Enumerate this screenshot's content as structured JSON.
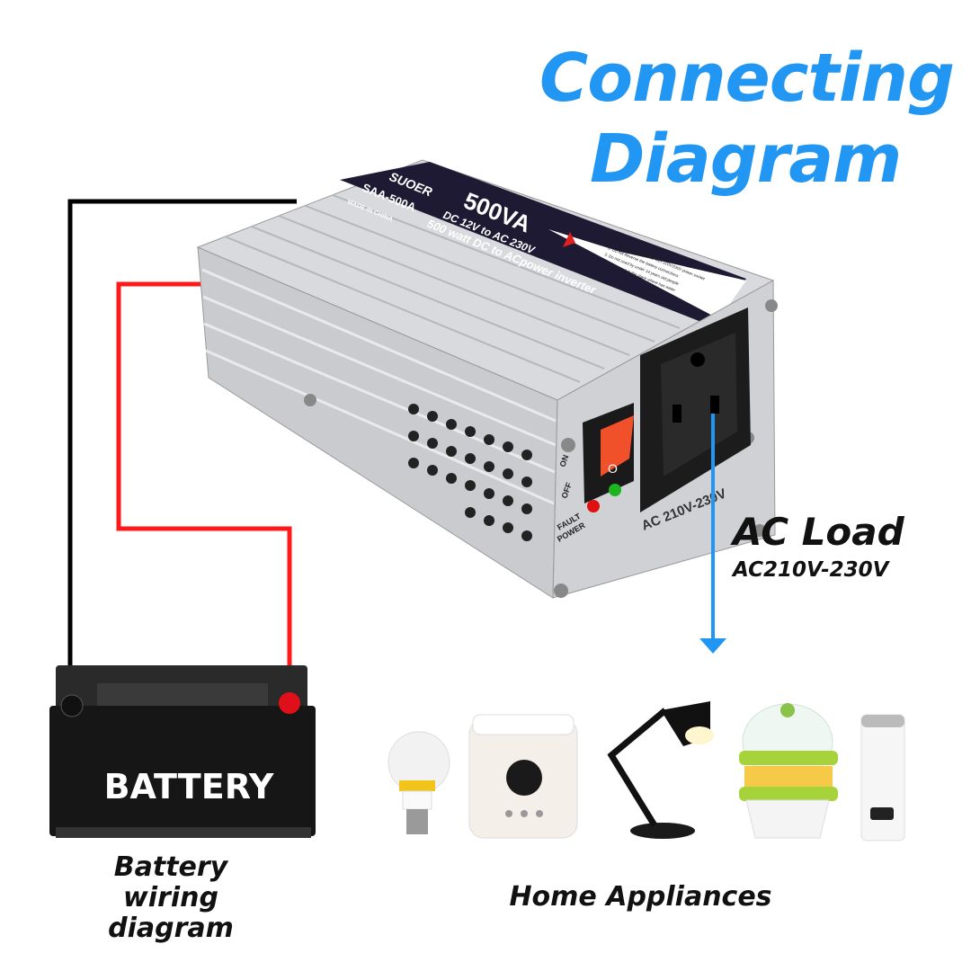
{
  "title": {
    "line1": "Connecting",
    "line2": "Diagram"
  },
  "inverter": {
    "brand": "SUOER",
    "model": "SAA-500A",
    "origin": "MADE IN CHINA",
    "power": "500VA",
    "spec": "DC 12V to AC 230V",
    "description": "500 watt DC to ACpower inverter",
    "warnings": [
      "1. Do not connect directly with 220V/230V power socket",
      "2. Do not Reverse the battery connections",
      "3. Do not used by under 14 years old people",
      "4. Do not use it in the place where has water"
    ],
    "switch_on": "ON",
    "switch_off": "OFF",
    "switch_mark": "O",
    "led_fault": "FAULT",
    "led_power": "POWER",
    "outlet_label": "AC 210V-230V"
  },
  "ac_load": {
    "title": "AC Load",
    "voltage": "AC210V-230V"
  },
  "battery": {
    "label": "BATTERY",
    "caption_line1": "Battery wiring",
    "caption_line2": "diagram"
  },
  "appliances": {
    "caption": "Home Appliances",
    "items": [
      "light-bulb",
      "rice-cooker",
      "desk-lamp",
      "egg-steamer",
      "portable-kettle"
    ]
  },
  "colors": {
    "accent": "#2196f3",
    "positive_wire": "#ff1a1a",
    "negative_wire": "#000000"
  }
}
